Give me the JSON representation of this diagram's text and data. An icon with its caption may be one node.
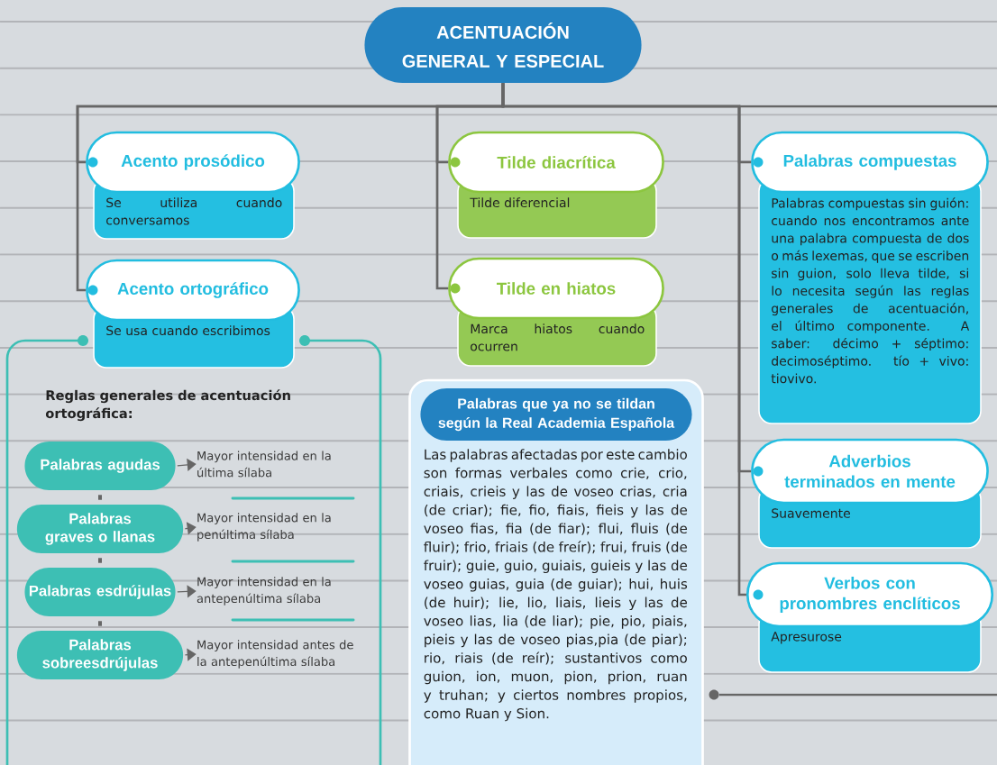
{
  "diagram": {
    "nodes": [
      {
        "text": [
          "ACENTUACIÓN GENERAL Y ESPECIAL"
        ]
      },
      {
        "text": [
          "Acento prosódico",
          "Se utiliza cuando conversamos"
        ]
      },
      {
        "text": [
          "Acento ortográfico",
          "Se usa cuando escribimos"
        ]
      },
      {
        "text": [
          "Tilde diacrítica",
          "Tilde diferencial"
        ]
      },
      {
        "text": [
          "Tilde en hiatos",
          "Marca hiatos cuando ocurren"
        ]
      },
      {
        "text": [
          "Palabras compuestas",
          "Palabras compuestas sin guión: cuando nos encontramos ante una palabra compuesta de dos o más lexemas, que se escriben sin guion, solo lleva tilde, si lo necesita según las reglas generales de acentuación, el último componente. A saber: décimo + séptimo: decimoséptimo. tío + vivo: tiovivo."
        ]
      },
      {
        "text": [
          "Adverbios terminados en mente",
          "Suavemente"
        ]
      },
      {
        "text": [
          "Verbos con pronombres enclíticos",
          "Apresurose"
        ]
      },
      {
        "text": [
          "Reglas generales de acentuación ortográfica:"
        ]
      },
      {
        "text": [
          "Palabras agudas"
        ],
        "in": 8
      },
      {
        "text": [
          "Palabras graves o llanas"
        ],
        "in": 8
      },
      {
        "text": [
          "Palabras esdrújulas"
        ],
        "in": 8
      },
      {
        "text": [
          "Palabras sobreesdrújulas"
        ],
        "in": 8
      },
      {
        "text": [
          "Mayor intensidad en la última sílaba"
        ],
        "in": 8
      },
      {
        "text": [
          "Mayor intensidad en la penúltima sílaba"
        ],
        "in": 8
      },
      {
        "text": [
          "Mayor intensidad en la antepenúltima sílaba"
        ],
        "in": 8
      },
      {
        "text": [
          "Mayor intensidad antes de la antepenúltima sílaba"
        ],
        "in": 8
      },
      {
        "text": [
          "Palabras que ya no se tildan según la Real Academia Española",
          "Las palabras afectadas por este cambio son formas verbales como crie, crio, criais, crieis y las de voseo crias, cria (de criar); fie, fio, fiais, fieis y las de voseo fias, fia (de fiar); flui, fluis (de fluir); frio, friais (de freír); frui, fruis (de fruir); guie, guio, guiais, guieis y las de voseo guias, guia (de guiar); hui, huis (de huir); lie, lio, liais, lieis y las de voseo lias, lia (de liar); pie, pio, piais, pieis y las de voseo pias,pia (de piar); rio, riais (de reír); sustantivos como guion, ion, muon, pion, prion, ruan y truhan; y ciertos nombres propios, como Ruan y Sion."
        ]
      },
      {
        "text": [],
        "shape": "circle"
      }
    ],
    "edges": [
      {
        "from": 0,
        "to": 1,
        "arrow": "none"
      },
      {
        "from": 0,
        "to": 2,
        "arrow": "none"
      },
      {
        "from": 0,
        "to": 3,
        "arrow": "none"
      },
      {
        "from": 0,
        "to": 4,
        "arrow": "none"
      },
      {
        "from": 0,
        "to": 5,
        "arrow": "none"
      },
      {
        "from": 0,
        "to": 6,
        "arrow": "none"
      },
      {
        "from": 0,
        "to": 7,
        "arrow": "none"
      },
      {
        "from": 9,
        "to": 10,
        "arrow": "none"
      },
      {
        "from": 10,
        "to": 11,
        "arrow": "none"
      },
      {
        "from": 11,
        "to": 12,
        "arrow": "none"
      },
      {
        "from": 9,
        "to": 13,
        "arrow": "to"
      },
      {
        "from": 10,
        "to": 14,
        "arrow": "to"
      },
      {
        "from": 11,
        "to": 15,
        "arrow": "to"
      },
      {
        "from": 12,
        "to": 16,
        "arrow": "to"
      },
      {
        "from": null,
        "to": 18,
        "arrow": "none"
      }
    ]
  }
}
